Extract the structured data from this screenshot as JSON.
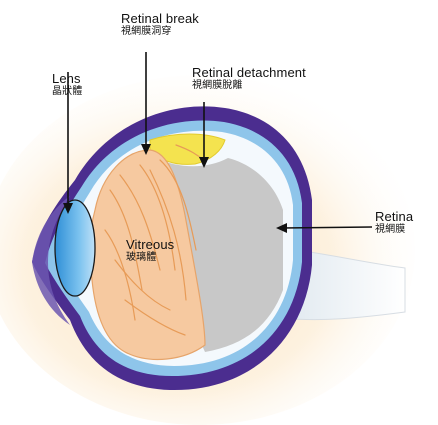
{
  "labels": {
    "retinal_break": {
      "en": "Retinal break",
      "zh": "視網膜洞穿"
    },
    "lens": {
      "en": "Lens",
      "zh": "晶狀體"
    },
    "retinal_detachment": {
      "en": "Retinal detachment",
      "zh": "視網膜脫離"
    },
    "retina": {
      "en": "Retina",
      "zh": "視網膜"
    },
    "vitreous": {
      "en": "Vitreous",
      "zh": "玻璃體"
    }
  },
  "colors": {
    "background_glow": "#fbe7c6",
    "vitreous": "#f6c9a0",
    "vitreous_lines": "#e79b57",
    "sclera_purple": "#4b2d8f",
    "choroid_blue": "#8ec5ea",
    "lens_blue": "#5eb1e6",
    "detachment_gray": "#c8c8c8",
    "subretinal_yellow": "#f4e34f",
    "nerve_white": "#eef3f7"
  },
  "icons": [
    "arrow-line",
    "pointer-arrow"
  ]
}
